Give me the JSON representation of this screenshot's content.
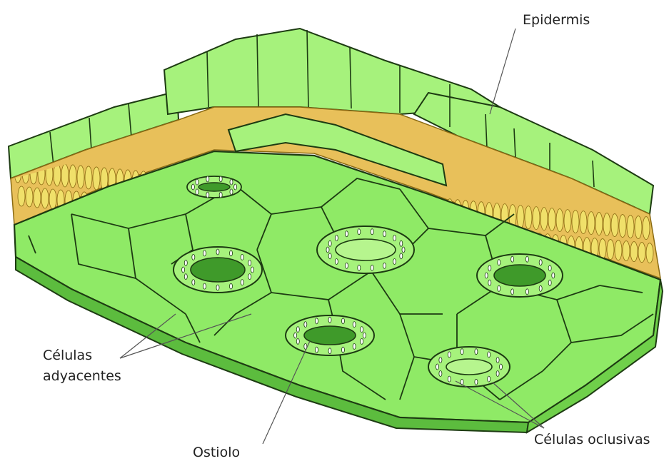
{
  "labels": {
    "epidermis": "Epidermis",
    "adjacent_cells_line1": "Células",
    "adjacent_cells_line2": "adyacentes",
    "ostiole": "Ostiolo",
    "guard_cells": "Células oclusivas"
  },
  "colors": {
    "cell_fill": "#8fea66",
    "cell_fill_light": "#a6f27c",
    "cell_fill_dark": "#5cbc3e",
    "outline": "#1d3b12",
    "palisade_fill": "#f0e06a",
    "palisade_stroke": "#8a6a12",
    "spongy_fill": "#e8c05a",
    "leader_line": "#555555"
  }
}
